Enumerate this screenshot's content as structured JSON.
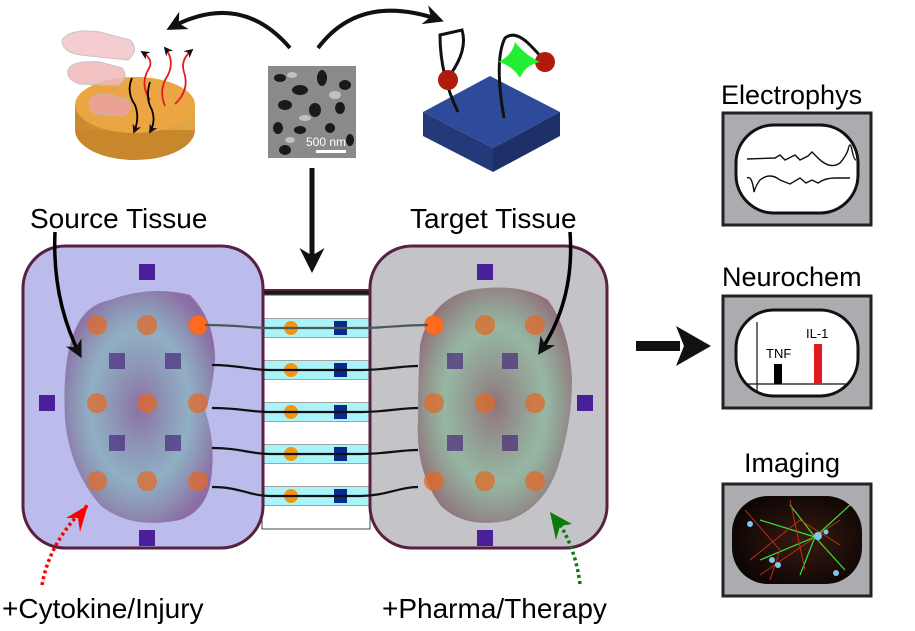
{
  "labels": {
    "source_tissue": "Source Tissue",
    "target_tissue": "Target Tissue",
    "source_input": "+Cytokine/Injury",
    "target_input": "+Pharma/Therapy",
    "sem_scale": "500 nm"
  },
  "readouts": [
    {
      "id": "electrophys",
      "title": "Electrophys"
    },
    {
      "id": "neurochem",
      "title": "Neurochem",
      "bars": [
        {
          "label": "TNF",
          "value": 0.4,
          "color": "#000000"
        },
        {
          "label": "IL-1",
          "value": 0.8,
          "color": "#e21b23"
        }
      ]
    },
    {
      "id": "imaging",
      "title": "Imaging"
    }
  ],
  "colors": {
    "source_chamber": "#bcbcec",
    "target_chamber": "#c3c3c8",
    "chamber_border": "#5a2040",
    "channel_fill": "#a8f4f8",
    "electrode_orange": "#f5950f",
    "electrode_navy": "#0a2a8a",
    "pad_purple": "#4a1f9a",
    "slice_source": "#8a6aa0",
    "slice_target": "#8e6e78",
    "tissue_glow": "#7ac8b8",
    "cytokine_arrow": "#ff0000",
    "pharma_arrow": "#0a7a0a",
    "disc_gold": "#e0a040",
    "substrate_blue": "#2e4a9a",
    "bead_red": "#b01a0a",
    "star_green": "#22ee33"
  },
  "channels": 5
}
